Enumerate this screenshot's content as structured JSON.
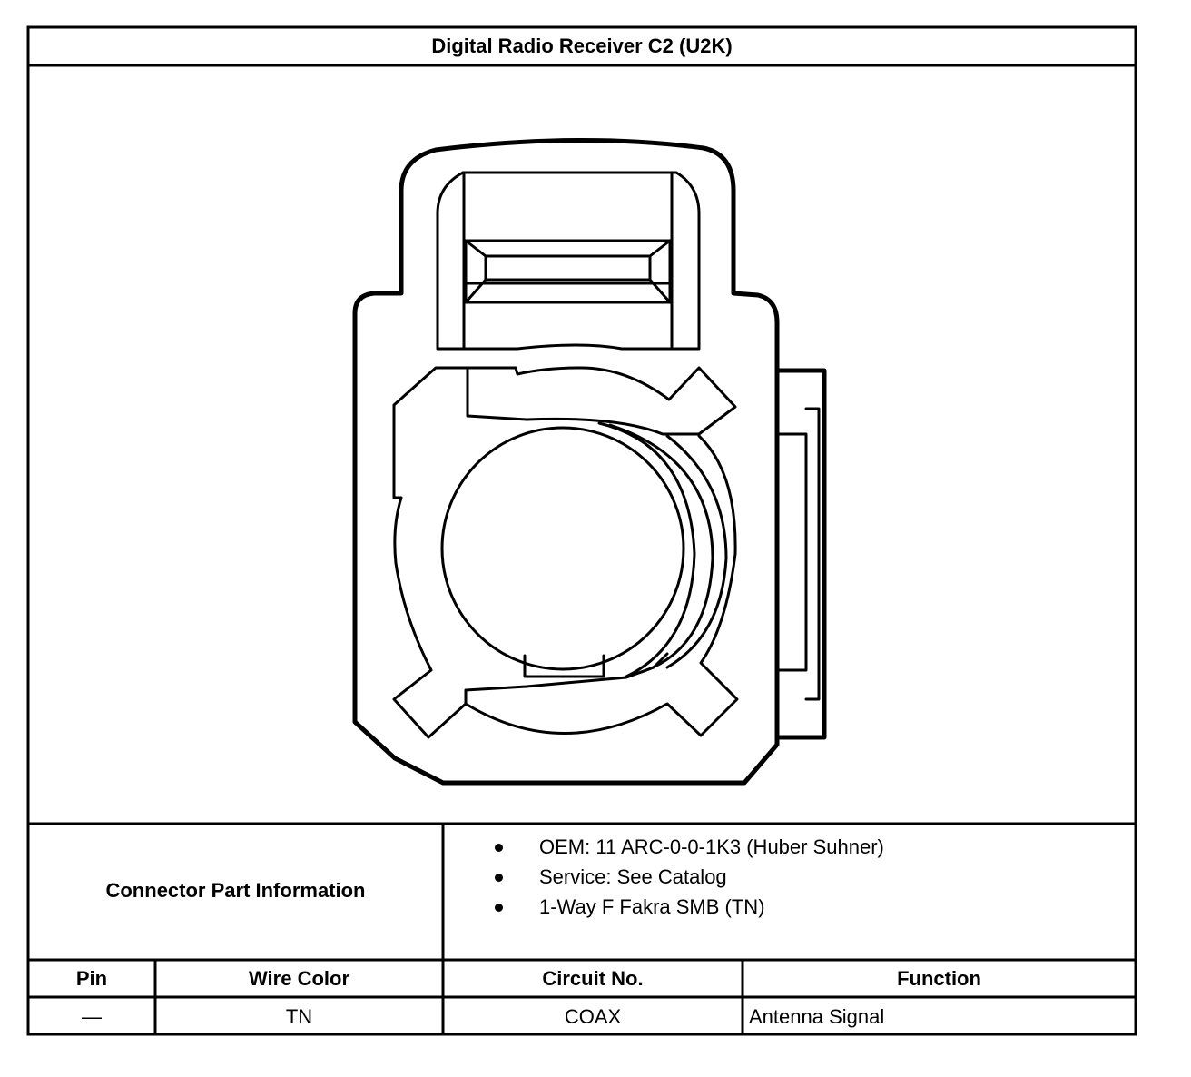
{
  "title": "Digital Radio Receiver C2 (U2K)",
  "connector_info": {
    "label": "Connector Part Information",
    "items": [
      "OEM: 11 ARC-0-0-1K3 (Huber Suhner)",
      "Service: See Catalog",
      "1-Way F Fakra SMB (TN)"
    ]
  },
  "pin_table": {
    "headers": {
      "pin": "Pin",
      "wire_color": "Wire Color",
      "circuit_no": "Circuit No.",
      "function": "Function"
    },
    "rows": [
      {
        "pin": "—",
        "wire_color": "TN",
        "circuit_no": "COAX",
        "function": "Antenna Signal"
      }
    ]
  }
}
